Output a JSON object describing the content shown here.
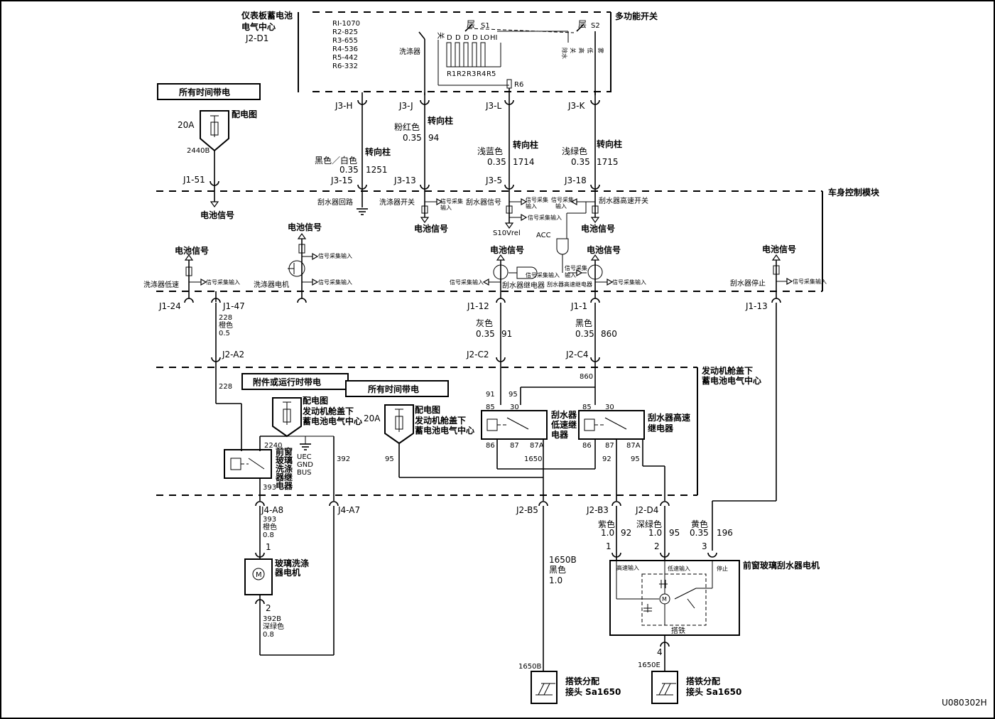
{
  "diagram_id": "U080302H",
  "headers": {
    "all_time_1": "所有时间带电",
    "all_time_2": "所有时间带电",
    "acc_run": "附件或运行时带电"
  },
  "top": {
    "ipbec": [
      "仪表板蓄电池",
      "电气中心",
      "J2-D1"
    ],
    "multifunction": "多功能开关",
    "resistors": [
      "RI-1070",
      "R2-825",
      "R3-655",
      "R4-536",
      "R5-442",
      "R6-332"
    ],
    "washer": "洗涤器",
    "s1": "S1",
    "s2": "S2",
    "layer": "层",
    "sw_labels": [
      "关",
      "D",
      "D",
      "D",
      "D",
      "LO",
      "HI"
    ],
    "r_labels": [
      "R1",
      "R2",
      "R3",
      "R4",
      "R5"
    ],
    "r6": "R6",
    "s2_labels": [
      "除水",
      "关",
      "高",
      "低",
      "雾"
    ]
  },
  "fuse": {
    "rating": "20A",
    "title": "配电图",
    "code": "2440B",
    "pin": "J1-51",
    "signal": "电池信号"
  },
  "connectors": {
    "j3h": "J3-H",
    "j3j": "J3-J",
    "j3l": "J3-L",
    "j3k": "J3-K",
    "j315": "J3-15",
    "j313": "J3-13",
    "j35": "J3-5",
    "j318": "J3-18",
    "j124": "J1-24",
    "j147": "J1-47",
    "j112": "J1-12",
    "j11": "J1-1",
    "j113": "J1-13",
    "j2a2": "J2-A2",
    "j2c2": "J2-C2",
    "j2c4": "J2-C4",
    "j4a8": "J4-A8",
    "j4a7": "J4-A7",
    "j2b5": "J2-B5",
    "j2b3": "J2-B3",
    "j2d4": "J2-D4"
  },
  "wires": {
    "w1251": [
      "黑色／白色",
      "0.35",
      "1251"
    ],
    "w94": [
      "粉红色",
      "0.35",
      "94"
    ],
    "w1714": [
      "浅蓝色",
      "0.35",
      "1714"
    ],
    "w1715": [
      "浅绿色",
      "0.35",
      "1715"
    ],
    "steering": "转向柱",
    "w228": [
      "228",
      "橙色",
      "0.5"
    ],
    "w91": [
      "灰色",
      "0.35",
      "91"
    ],
    "w860": [
      "黑色",
      "0.35",
      "860"
    ],
    "w393": [
      "393",
      "橙色",
      "0.8"
    ],
    "w392b": [
      "392B",
      "深绿色",
      "0.8"
    ],
    "w1650b": [
      "1650B",
      "黑色",
      "1.0"
    ],
    "w92": [
      "紫色",
      "1.0",
      "92"
    ],
    "w95": [
      "深绿色",
      "1.0",
      "95"
    ],
    "w196": [
      "黄色",
      "0.35",
      "196"
    ]
  },
  "bcm": {
    "title": "车身控制模块",
    "wiper_return": "刮水器回路",
    "washer_sw": "洗涤器开关",
    "wiper_sig": "刮水器信号",
    "wiper_high_sw": "刮水器高速开关",
    "sig_in": "信号采集输入",
    "sig_in_small": "信号采集\n输入",
    "batt_sig": "电池信号",
    "s10vref": "S10Vrel",
    "acc": "ACC",
    "washer_low": "洗涤器低速",
    "washer_motor": "洗涤器电机",
    "wiper_relay": "刮水器继电器",
    "wiper_high_relay": "刮水器高速继电器",
    "wiper_stop": "刮水器停止"
  },
  "ubec": {
    "title": [
      "发动机舱盖下",
      "蓄电池电气中心"
    ],
    "fuse_title": [
      "配电图",
      "发动机舱盖下",
      "蓄电池电气中心"
    ],
    "fuse_rating": "20A",
    "washer_relay": [
      "前窗",
      "玻璃",
      "洗涤",
      "器继",
      "电器"
    ],
    "uec_gnd": [
      "UEC",
      "GND",
      "BUS"
    ],
    "low_relay": [
      "刮水器",
      "低速继",
      "电器"
    ],
    "high_relay": [
      "刮水器高速",
      "继电器"
    ],
    "nums": [
      "2240",
      "392",
      "393",
      "228",
      "95",
      "91",
      "85",
      "30",
      "86",
      "87",
      "87A",
      "1650",
      "860",
      "92"
    ]
  },
  "bottom": {
    "washer_motor": [
      "玻璃洗涤",
      "器电机"
    ],
    "motor_symbol": "M",
    "pin1": "1",
    "pin2": "2",
    "wiper_motor": "前窗玻璃刮水器电机",
    "high_in": "高速输入",
    "low_in": "低速输入",
    "stop": "停止",
    "ground": "搭铁",
    "pins": [
      "1",
      "2",
      "3",
      "4"
    ],
    "g1_code": "1650B",
    "g2_code": "1650E",
    "g_label": [
      "搭铁分配",
      "接头 Sa1650"
    ]
  }
}
